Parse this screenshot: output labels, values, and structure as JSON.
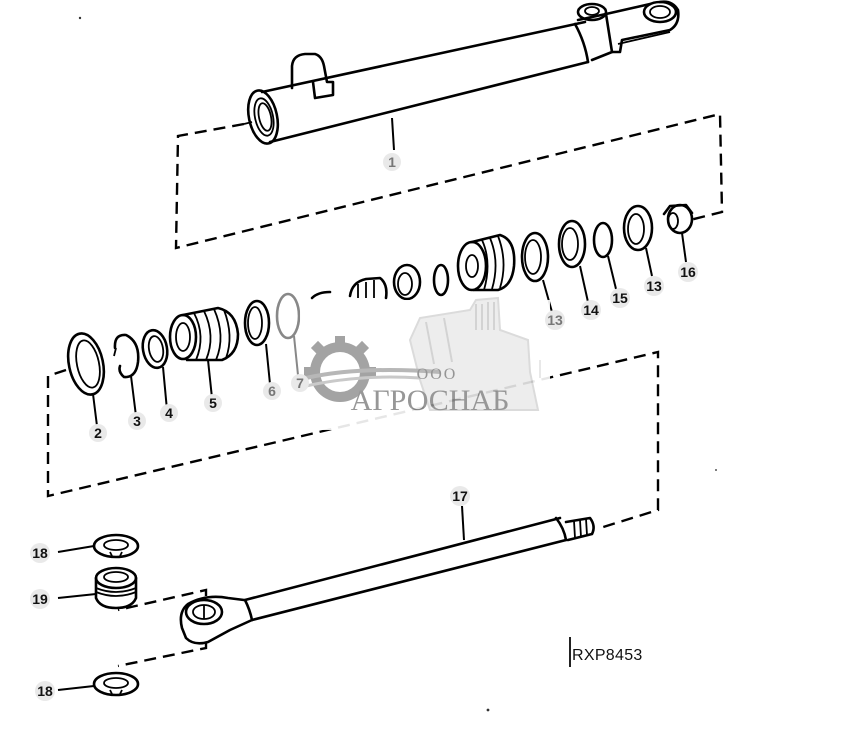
{
  "diagram": {
    "type": "exploded-parts-view",
    "subject": "hydraulic cylinder assembly",
    "reference_code": "RXP8453",
    "watermark": {
      "prefix": "ООО",
      "brand": "АГРОСНАБ"
    },
    "callouts": [
      {
        "id": "c1",
        "label": "1",
        "part": "cylinder barrel"
      },
      {
        "id": "c2",
        "label": "2",
        "part": "ring"
      },
      {
        "id": "c3",
        "label": "3",
        "part": "snap ring"
      },
      {
        "id": "c4",
        "label": "4",
        "part": "ring"
      },
      {
        "id": "c5",
        "label": "5",
        "part": "gland"
      },
      {
        "id": "c6",
        "label": "6",
        "part": "seal"
      },
      {
        "id": "c7",
        "label": "7",
        "part": "o-ring"
      },
      {
        "id": "c13a",
        "label": "13",
        "part": "ring"
      },
      {
        "id": "c14",
        "label": "14",
        "part": "ring"
      },
      {
        "id": "c15",
        "label": "15",
        "part": "o-ring"
      },
      {
        "id": "c13b",
        "label": "13",
        "part": "ring"
      },
      {
        "id": "c16",
        "label": "16",
        "part": "nut"
      },
      {
        "id": "c17",
        "label": "17",
        "part": "piston rod"
      },
      {
        "id": "c18a",
        "label": "18",
        "part": "snap ring"
      },
      {
        "id": "c19",
        "label": "19",
        "part": "bushing"
      },
      {
        "id": "c18b",
        "label": "18",
        "part": "snap ring"
      }
    ]
  }
}
